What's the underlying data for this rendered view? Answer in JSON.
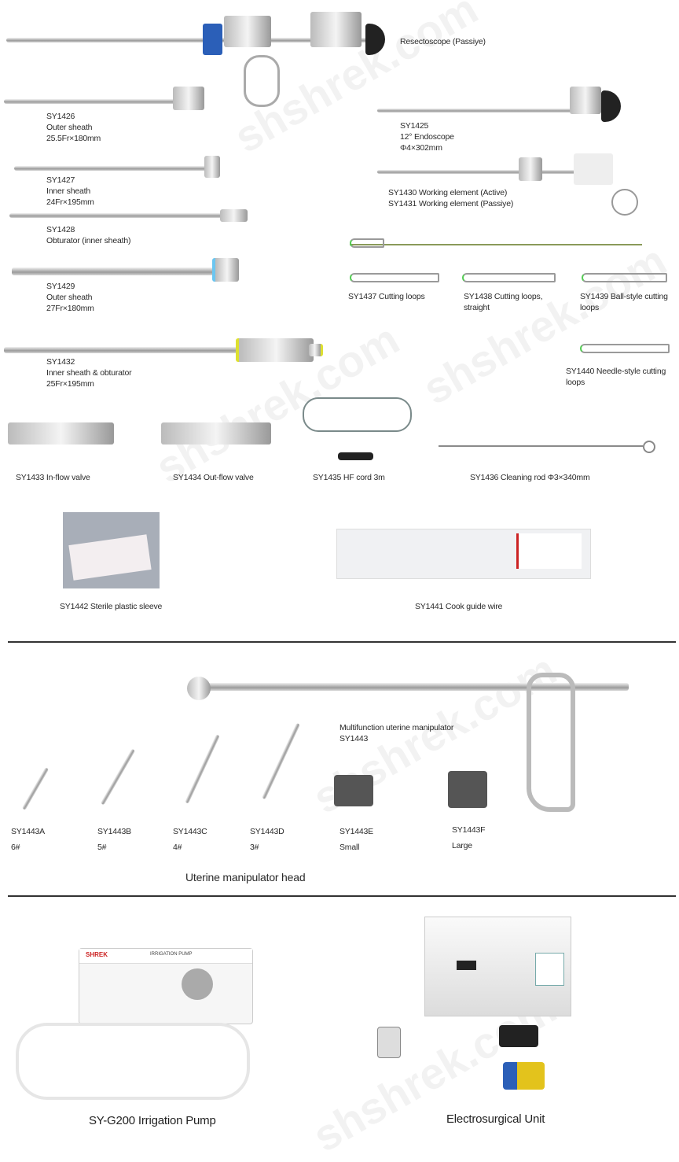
{
  "watermark": "shshrek.com",
  "section1": {
    "resectoscope": "Resectoscope (Passiye)",
    "sy1426": [
      "SY1426",
      "Outer sheath",
      "25.5Fr×180mm"
    ],
    "sy1425": [
      "SY1425",
      "12° Endoscope",
      "Φ4×302mm"
    ],
    "sy1427": [
      "SY1427",
      "Inner sheath",
      "24Fr×195mm"
    ],
    "sy1430": "SY1430   Working element (Active)",
    "sy1431": "SY1431   Working element (Passiye)",
    "sy1428": [
      "SY1428",
      "Obturator (inner sheath)"
    ],
    "sy1437": "SY1437  Cutting loops",
    "sy1438": [
      "SY1438  Cutting loops,",
      "straight"
    ],
    "sy1439": [
      "SY1439  Ball-style cutting",
      "loops"
    ],
    "sy1429": [
      "SY1429",
      "Outer sheath",
      "27Fr×180mm"
    ],
    "sy1432": [
      "SY1432",
      "Inner sheath & obturator",
      "25Fr×195mm"
    ],
    "sy1440": [
      "SY1440  Needle-style cutting",
      "loops"
    ],
    "sy1433": "SY1433  In-flow valve",
    "sy1434": "SY1434  Out-flow valve",
    "sy1435": "SY1435  HF cord  3m",
    "sy1436": "SY1436  Cleaning rod   Φ3×340mm",
    "sy1442": "SY1442  Sterile plastic sleeve",
    "sy1441": "SY1441  Cook guide wire"
  },
  "section2": {
    "manipulator": [
      "Multifunction uterine manipulator",
      "SY1443"
    ],
    "heads": [
      {
        "code": "SY1443A",
        "size": "6#"
      },
      {
        "code": "SY1443B",
        "size": "5#"
      },
      {
        "code": "SY1443C",
        "size": "4#"
      },
      {
        "code": "SY1443D",
        "size": "3#"
      },
      {
        "code": "SY1443E",
        "size": "Small"
      },
      {
        "code": "SY1443F",
        "size": "Large"
      }
    ],
    "caption": "Uterine manipulator head"
  },
  "section3": {
    "pump_brand": "SHREK",
    "pump_panel": "IRRIGATION PUMP",
    "pump_caption": "SY-G200    Irrigation Pump",
    "esu_caption": "Electrosurgical Unit"
  }
}
